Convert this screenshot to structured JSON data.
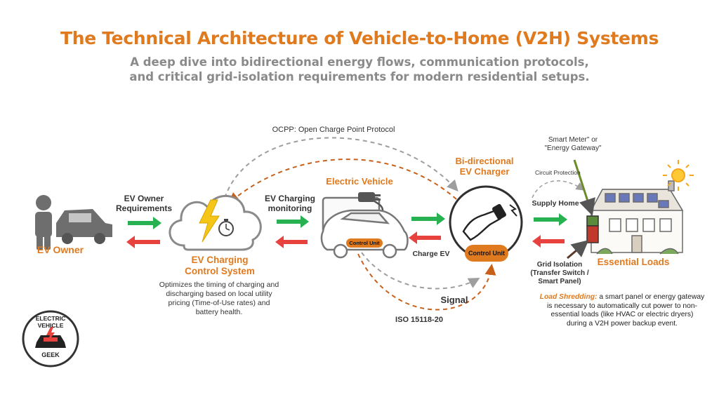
{
  "title": "The Technical Architecture of Vehicle-to-Home (V2H) Systems",
  "subtitle": {
    "line1": "A deep dive into bidirectional energy flows, communication protocols,",
    "line2": "and critical grid-isolation requirements for modern residential setups."
  },
  "protocols": {
    "ocpp": "OCPP: Open Charge Point Protocol",
    "iso": "ISO 15118-20",
    "signal": "Signal",
    "circuit": "Circuit Protection"
  },
  "owner": {
    "label": "EV Owner",
    "requirements_line1": "EV Owner",
    "requirements_line2": "Requirements"
  },
  "control_system": {
    "title_line1": "EV Charging",
    "title_line2": "Control System",
    "monitoring_line1": "EV Charging",
    "monitoring_line2": "monitoring",
    "desc_line1": "Optimizes the timing of charging and",
    "desc_line2": "discharging based on local utility",
    "desc_line3": "pricing (Time-of-Use rates) and",
    "desc_line4": "battery health."
  },
  "vehicle": {
    "label": "Electric Vehicle",
    "control_unit": "Control Unit",
    "charge_ev": "Charge EV"
  },
  "charger": {
    "label_line1": "Bi-directional",
    "label_line2": "EV Charger",
    "control_unit": "Control Unit"
  },
  "home": {
    "supply": "Supply Home",
    "meter_line1": "Smart Meter\" or",
    "meter_line2": "\"Energy Gateway\"",
    "isolation_line1": "Grid Isolation",
    "isolation_line2": "(Transfer Switch /",
    "isolation_line3": "Smart Panel)",
    "loads": "Essential Loads",
    "shedding_title": "Load Shredding:",
    "shedding_line1": " a smart panel or energy gateway",
    "shedding_line2": "is necessary to automatically cut power to non-",
    "shedding_line3": "essential loads (like HVAC or electric dryers)",
    "shedding_line4": "during a V2H power backup event."
  },
  "logo": {
    "top": "ELECTRIC VEHICLE",
    "bottom": "GEEK"
  },
  "colors": {
    "accent": "#e07a1f",
    "green": "#27b150",
    "red": "#e8423f",
    "dashed": "#9e9e9e"
  }
}
